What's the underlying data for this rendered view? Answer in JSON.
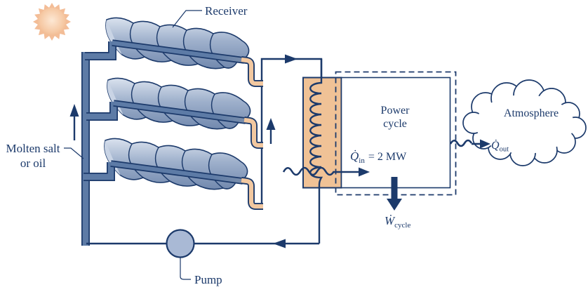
{
  "diagram": "solar-thermal-power-cycle",
  "labels": {
    "receiver": "Receiver",
    "molten_salt": {
      "line1": "Molten salt",
      "line2": "or oil"
    },
    "pump": "Pump",
    "power_cycle": {
      "line1": "Power",
      "line2": "cycle"
    },
    "atmosphere": "Atmosphere",
    "q_in": {
      "symbol": "Q̇",
      "subscript": "in",
      "value": "= 2 MW"
    },
    "q_out": {
      "symbol": "Q̇",
      "subscript": "out"
    },
    "w_cycle": {
      "symbol": "Ẇ",
      "subscript": "cycle"
    }
  },
  "icons": {
    "sun": "sun-icon",
    "cloud": "atmosphere-cloud",
    "coil": "heat-exchanger-coil",
    "pump": "pump-circle"
  },
  "colors": {
    "navy": "#1c3a6b",
    "steel": "#5d7ba6",
    "pipe_orange": "#f2c8a0",
    "hx_fill": "#f0c296",
    "pump_fill": "#a9b9d5",
    "trough_light": "#dae2ee",
    "trough_mid": "#9fb1cc",
    "trough_dark": "#7289ae",
    "mouth_fill": "#c9d4e5",
    "sun_outer": "#f3bd97",
    "sun_inner": "#fde8d4",
    "background": "#ffffff"
  }
}
